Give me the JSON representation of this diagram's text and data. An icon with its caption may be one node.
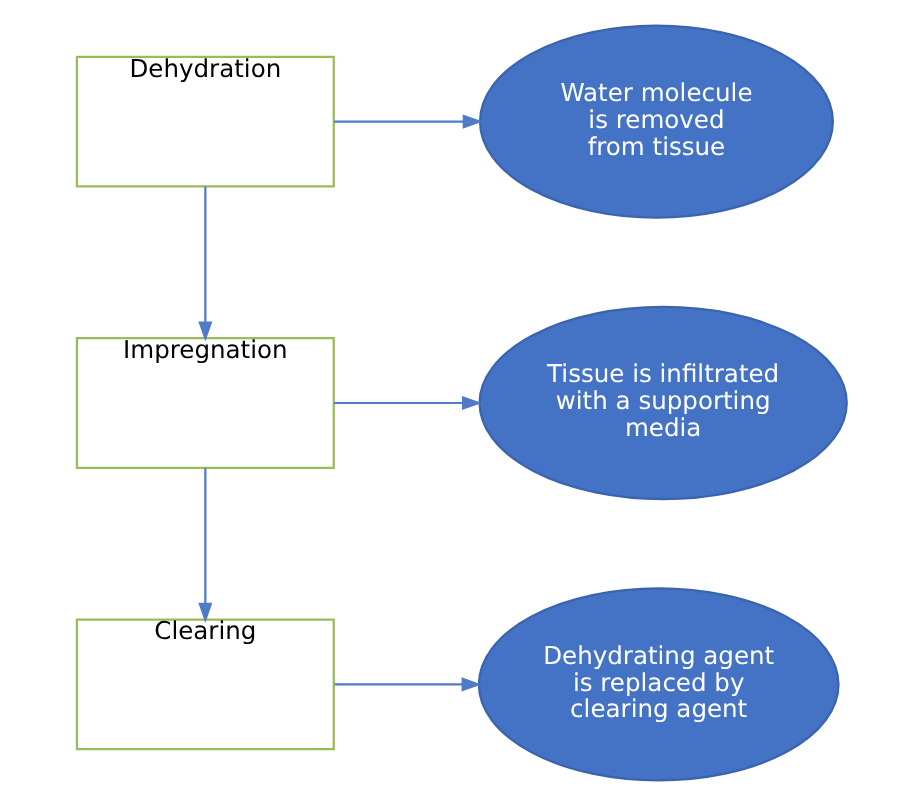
{
  "diagram": {
    "nodes": [
      {
        "text": [
          "Dehydration"
        ]
      },
      {
        "text": [
          "Water molecule is removed from tissue"
        ]
      },
      {
        "text": [
          "Impregnation"
        ]
      },
      {
        "text": [
          "Tissue is infiltrated with a supporting media"
        ]
      },
      {
        "text": [
          "Clearing"
        ]
      },
      {
        "text": [
          "Dehydrating agent is replaced by clearing agent"
        ]
      }
    ],
    "edges": [
      {
        "from": 0,
        "to": 1,
        "arrow": "to"
      },
      {
        "from": 0,
        "to": 2,
        "arrow": "to"
      },
      {
        "from": 2,
        "to": 3,
        "arrow": "to"
      },
      {
        "from": 2,
        "to": 4,
        "arrow": "to"
      },
      {
        "from": 4,
        "to": 5,
        "arrow": "to"
      }
    ]
  }
}
